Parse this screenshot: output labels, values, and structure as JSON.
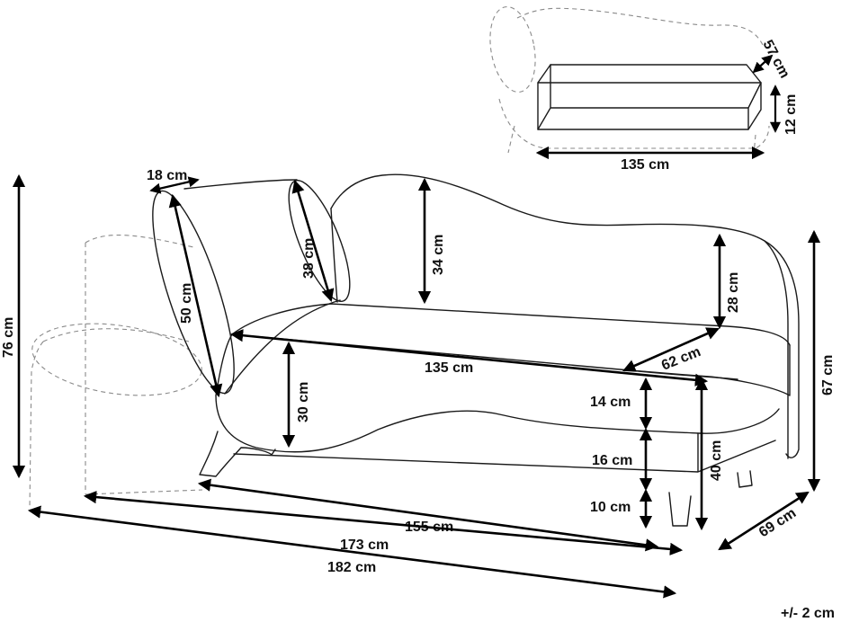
{
  "dimensions": {
    "d_18": "18 cm",
    "d_50": "50 cm",
    "d_38": "38 cm",
    "d_34": "34 cm",
    "d_28": "28 cm",
    "d_135_seat": "135 cm",
    "d_62": "62 cm",
    "d_30": "30 cm",
    "d_14": "14 cm",
    "d_16": "16 cm",
    "d_10": "10 cm",
    "d_40": "40 cm",
    "d_67": "67 cm",
    "d_76": "76 cm",
    "d_69": "69 cm",
    "d_155": "155 cm",
    "d_173": "173 cm",
    "d_182": "182 cm"
  },
  "storage_inset": {
    "width": "135 cm",
    "depth": "57 cm",
    "height": "12 cm"
  },
  "tolerance": "+/- 2 cm"
}
